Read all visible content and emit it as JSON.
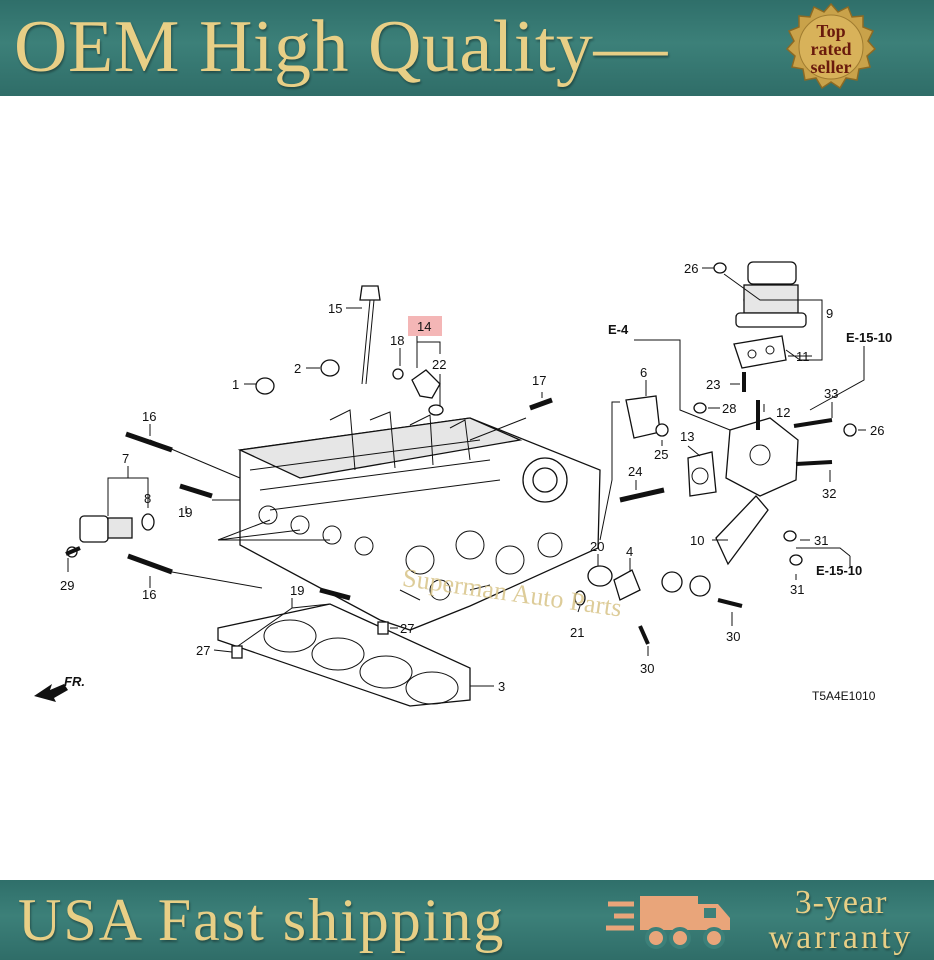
{
  "header": {
    "title": "OEM High Quality—",
    "badge": {
      "line1": "Top",
      "line2": "rated",
      "line3": "seller"
    }
  },
  "footer": {
    "shipping": "USA Fast shipping",
    "warranty_line1": "3-year",
    "warranty_line2": "warranty"
  },
  "diagram": {
    "watermark": "Superman Auto Parts",
    "code": "T5A4E1010",
    "front_label": "FR.",
    "refs": [
      "E-4",
      "E-15-10",
      "E-15-10"
    ],
    "callouts": [
      "1",
      "2",
      "3",
      "4",
      "6",
      "7",
      "8",
      "9",
      "10",
      "11",
      "12",
      "13",
      "14",
      "15",
      "16",
      "16",
      "17",
      "18",
      "19",
      "19",
      "20",
      "21",
      "22",
      "23",
      "24",
      "25",
      "26",
      "26",
      "27",
      "27",
      "28",
      "29",
      "30",
      "30",
      "31",
      "31",
      "32",
      "33"
    ],
    "highlight_color": "#f4b6b6"
  },
  "colors": {
    "banner": "#3c8079",
    "gold": "#e8cf86",
    "badge": "#c9a24a"
  }
}
